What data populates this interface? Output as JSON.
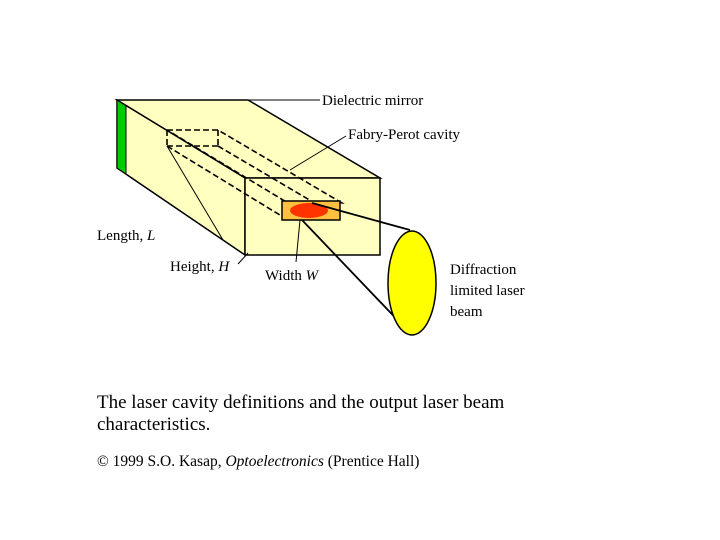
{
  "diagram": {
    "labels": {
      "dielectric_mirror": "Dielectric mirror",
      "fabry_perot_cavity": "Fabry-Perot cavity",
      "length_prefix": "Length, ",
      "length_symbol": "L",
      "height_prefix": "Height, ",
      "height_symbol": "H",
      "width_prefix": "Width ",
      "width_symbol": "W",
      "beam_line1": "Diffraction",
      "beam_line2": "limited laser",
      "beam_line3": "beam"
    },
    "colors": {
      "block_face": "#ffffc0",
      "mirror": "#00cc00",
      "output_window": "#ffc040",
      "emission_spot": "#ff3300",
      "beam": "#ffff00",
      "outline": "#000000"
    }
  },
  "caption": {
    "line1": "The laser cavity definitions and the output laser beam",
    "line2": "characteristics."
  },
  "credit": {
    "prefix": "© 1999 S.O. Kasap, ",
    "book": "Optoelectronics",
    "suffix": " (Prentice Hall)"
  }
}
